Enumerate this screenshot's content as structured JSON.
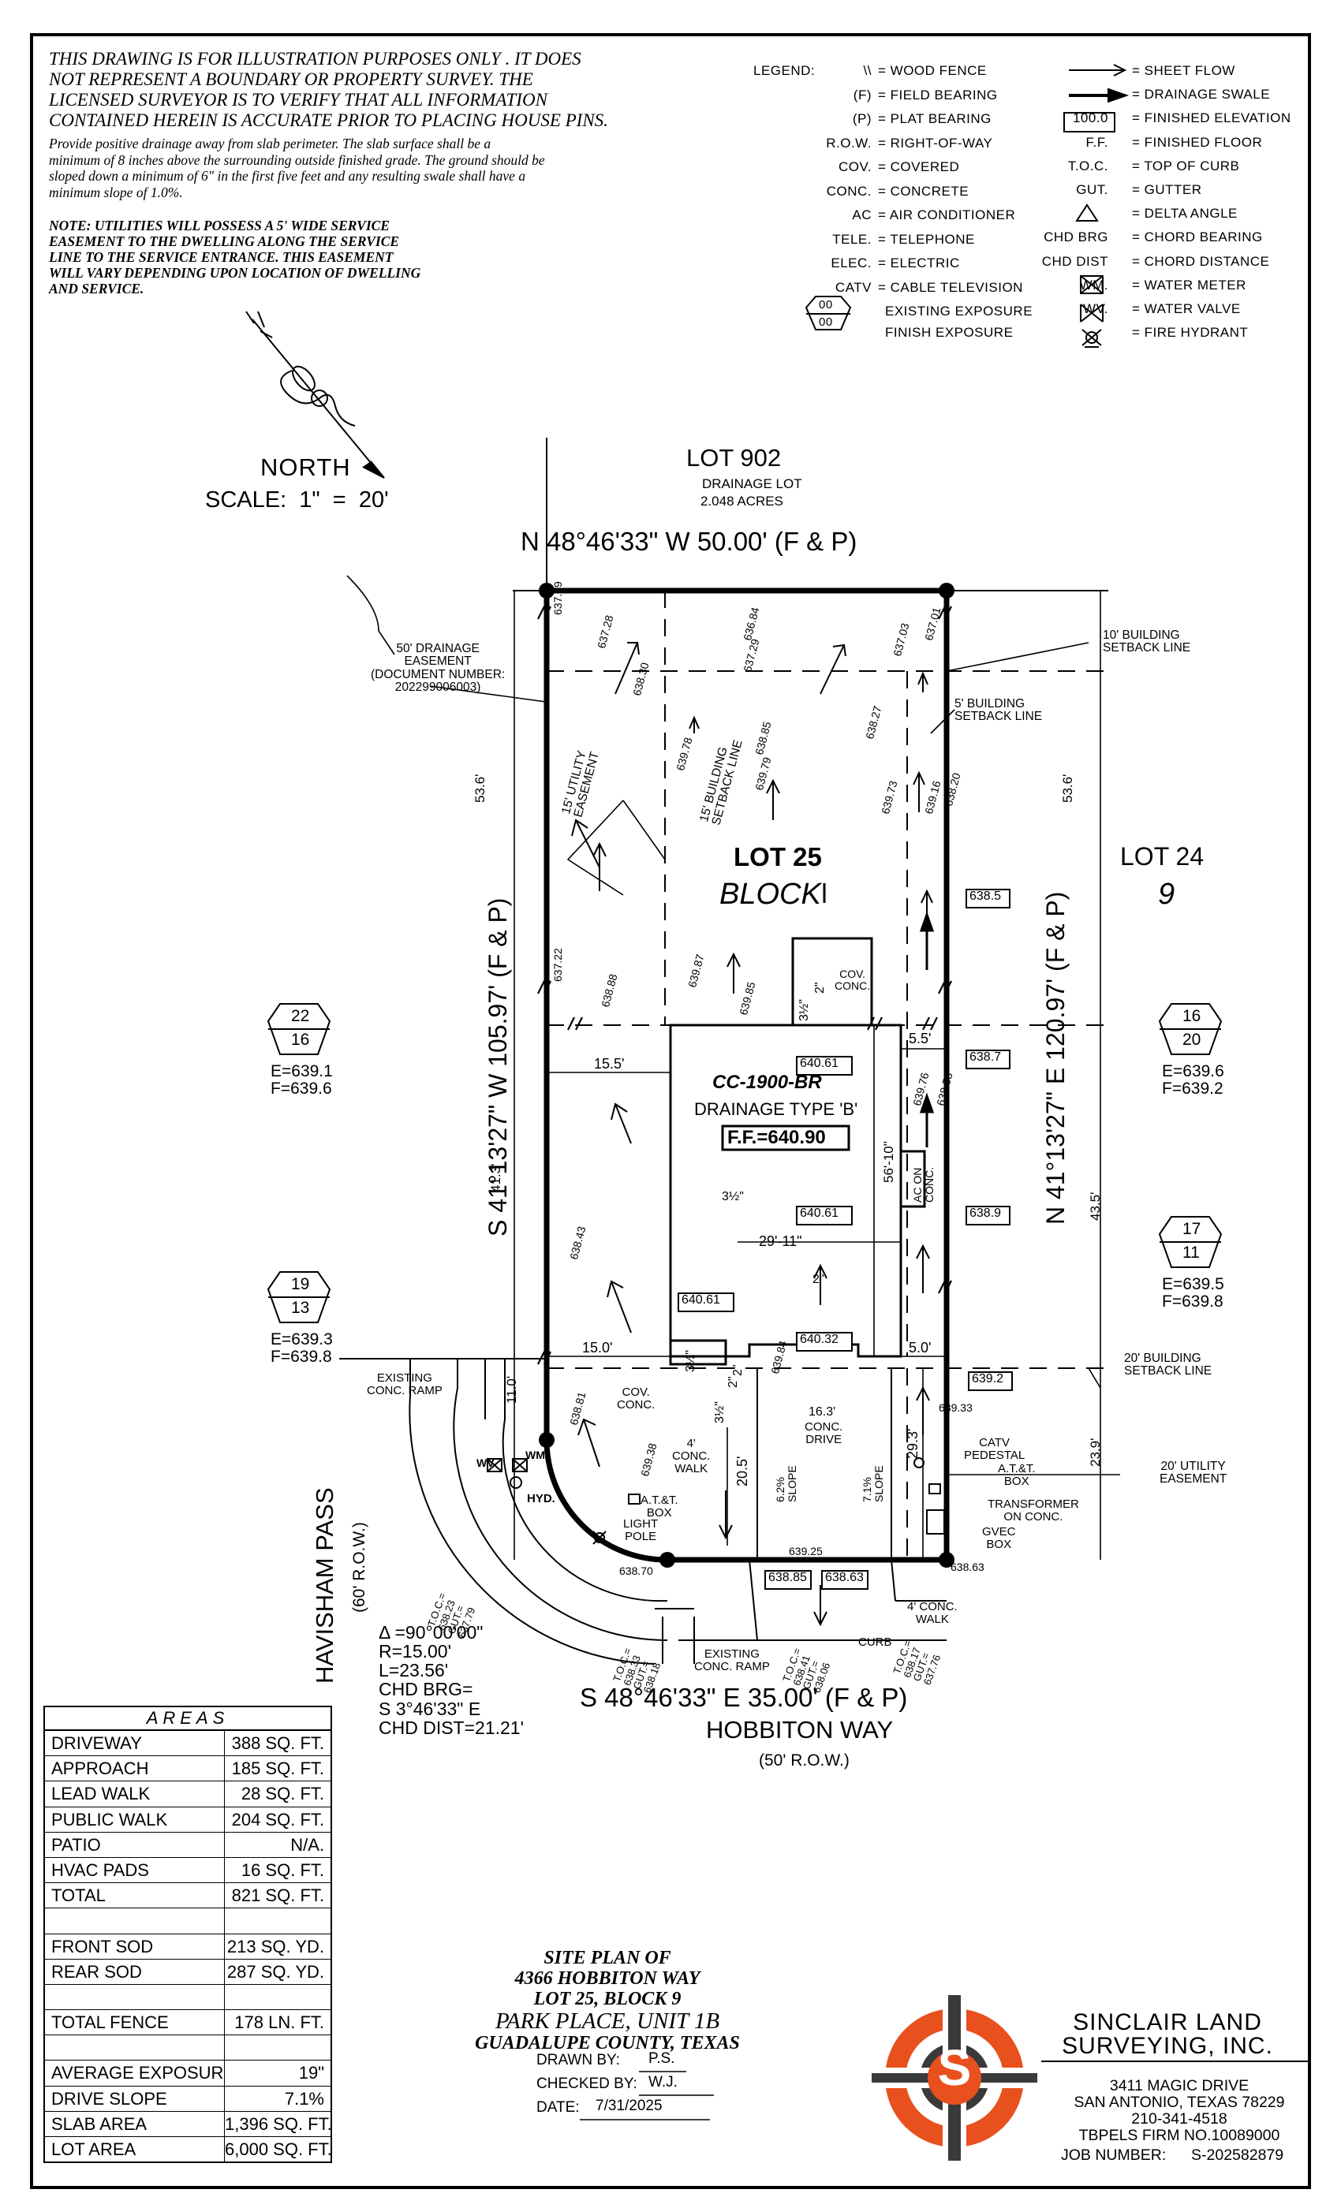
{
  "disclaimer": {
    "line1": "THIS DRAWING IS FOR ILLUSTRATION PURPOSES ONLY . IT DOES",
    "line2": "NOT REPRESENT A BOUNDARY OR PROPERTY SURVEY. THE",
    "line3": "LICENSED SURVEYOR IS TO VERIFY THAT ALL INFORMATION",
    "line4": "CONTAINED HEREIN IS ACCURATE PRIOR TO PLACING HOUSE PINS."
  },
  "drainage_note": {
    "line1": "Provide positive drainage away from slab perimeter. The slab surface shall be a",
    "line2": "minimum of 8 inches above the surrounding outside finished grade. The ground should be",
    "line3": "sloped down a minimum of 6\" in the first five feet and any resulting swale shall have a",
    "line4": "minimum slope of 1.0%."
  },
  "utility_note": {
    "line1": "NOTE: UTILITIES WILL POSSESS A 5' WIDE SERVICE",
    "line2": "EASEMENT TO THE DWELLING ALONG THE SERVICE",
    "line3": "LINE TO THE SERVICE ENTRANCE. THIS EASEMENT",
    "line4": "WILL VARY DEPENDING UPON LOCATION OF DWELLING",
    "line5": "AND SERVICE."
  },
  "legend": {
    "title": "LEGEND:",
    "left": [
      {
        "sym": "\\\\",
        "desc": "= WOOD FENCE"
      },
      {
        "sym": "(F)",
        "desc": "= FIELD BEARING"
      },
      {
        "sym": "(P)",
        "desc": "= PLAT BEARING"
      },
      {
        "sym": "R.O.W.",
        "desc": "= RIGHT-OF-WAY"
      },
      {
        "sym": "COV.",
        "desc": "= COVERED"
      },
      {
        "sym": "CONC.",
        "desc": "= CONCRETE"
      },
      {
        "sym": "AC",
        "desc": "= AIR CONDITIONER"
      },
      {
        "sym": "TELE.",
        "desc": "= TELEPHONE"
      },
      {
        "sym": "ELEC.",
        "desc": "= ELECTRIC"
      },
      {
        "sym": "CATV",
        "desc": "= CABLE TELEVISION"
      }
    ],
    "exposure_top": "00",
    "exposure_bottom": "00",
    "exposure_desc1": "EXISTING EXPOSURE",
    "exposure_desc2": "FINISH EXPOSURE",
    "right": [
      {
        "sym": "",
        "desc": "= SHEET FLOW"
      },
      {
        "sym": "",
        "desc": "= DRAINAGE SWALE"
      },
      {
        "sym": "100.0",
        "desc": "= FINISHED ELEVATION"
      },
      {
        "sym": "F.F.",
        "desc": "= FINISHED FLOOR"
      },
      {
        "sym": "T.O.C.",
        "desc": "= TOP OF CURB"
      },
      {
        "sym": "GUT.",
        "desc": "= GUTTER"
      },
      {
        "sym": "",
        "desc": "= DELTA ANGLE"
      },
      {
        "sym": "CHD BRG",
        "desc": "= CHORD BEARING"
      },
      {
        "sym": "CHD DIST",
        "desc": "= CHORD DISTANCE"
      },
      {
        "sym": "WM.",
        "desc": "= WATER METER"
      },
      {
        "sym": "WV.",
        "desc": "= WATER VALVE"
      },
      {
        "sym": "",
        "desc": "= FIRE HYDRANT"
      }
    ]
  },
  "north": {
    "label": "NORTH",
    "scale": "SCALE:  1\"  =  20'"
  },
  "plan": {
    "lot902": "LOT 902",
    "lot902_sub1": "DRAINAGE LOT",
    "lot902_sub2": "2.048 ACRES",
    "north_bearing": "N 48°46'33\" W 50.00' (F & P)",
    "south_bearing": "S 48°46'33\" E 35.00' (F & P)",
    "west_bearing": "S 41°13'27\" W 105.97' (F & P)",
    "east_bearing": "N 41°13'27\" E 120.97' (F & P)",
    "lot25": "LOT 25",
    "block": "BLOCK",
    "lot24": "LOT 24",
    "block9": "9",
    "house_code": "CC-1900-BR",
    "drainage_type": "DRAINAGE TYPE 'B'",
    "ff": "F.F.=640.90",
    "street_south": "HOBBITON WAY",
    "street_south_row": "(50' R.O.W.)",
    "street_west": "HAVISHAM PASS",
    "street_west_row": "(60' R.O.W.)",
    "drainage_easement": [
      "50' DRAINAGE",
      "EASEMENT",
      "(DOCUMENT NUMBER:",
      "202299006003)"
    ],
    "bsl10": [
      "10' BUILDING",
      "SETBACK LINE"
    ],
    "bsl5": [
      "5' BUILDING",
      "SETBACK LINE"
    ],
    "bsl20": [
      "20' BUILDING",
      "SETBACK LINE"
    ],
    "ue20": [
      "20' UTILITY",
      "EASEMENT"
    ],
    "ue15": [
      "15' UTILITY",
      "EASEMENT"
    ],
    "bsl15": [
      "15' BUILDING",
      "SETBACK LINE"
    ],
    "curve": [
      "Δ =90°00'00\"",
      "R=15.00'",
      "L=23.56'",
      "CHD BRG=",
      "S 3°46'33\" E",
      "CHD DIST=21.21'"
    ],
    "exposures": [
      {
        "top": "22",
        "bottom": "16",
        "e": "E=639.1",
        "f": "F=639.6"
      },
      {
        "top": "19",
        "bottom": "13",
        "e": "E=639.3",
        "f": "F=639.8"
      },
      {
        "top": "16",
        "bottom": "20",
        "e": "E=639.6",
        "f": "F=639.2"
      },
      {
        "top": "17",
        "bottom": "11",
        "e": "E=639.5",
        "f": "F=639.8"
      }
    ],
    "dims": {
      "d536_left": "53.6'",
      "d413": "41.3'",
      "d110": "11.0'",
      "d536_right": "53.6'",
      "d435": "43.5'",
      "d239": "23.9'",
      "d155": "15.5'",
      "d150": "15.0'",
      "d55": "5.5'",
      "d50": "5.0'",
      "d2911": "29'-11\"",
      "d5610": "56'-10\"",
      "d205": "20.5'",
      "d293": "29.3'",
      "d163": "16.3'",
      "conc_drive": "CONC.\nDRIVE"
    },
    "boxes": [
      "638.5",
      "640.61",
      "638.7",
      "640.61",
      "638.9",
      "640.61",
      "640.32",
      "639.2",
      "638.85",
      "638.63"
    ],
    "spots": [
      "637.09",
      "637.28",
      "638.30",
      "636.84",
      "637.29",
      "637.03",
      "637.01",
      "639.78",
      "638.85",
      "638.27",
      "639.79",
      "639.73",
      "639.16",
      "638.20",
      "637.22",
      "638.88",
      "639.87",
      "639.85",
      "639.76",
      "638.53",
      "638.43",
      "639.84",
      "638.81",
      "639.38",
      "639.33",
      "639.25",
      "638.70",
      "638.63"
    ],
    "labels": {
      "cov_conc": "COV.\nCONC.",
      "ac_on_conc": "AC ON\nCONC.",
      "existing_ramp": "EXISTING\nCONC. RAMP",
      "cov_conc2": "COV.\nCONC.",
      "conc_walk": "4'\nCONC.\nWALK",
      "att_box": "A.T.&T.\nBOX",
      "light_pole": "LIGHT\nPOLE",
      "hyd": "HYD.",
      "wv": "WV",
      "wm": "WM",
      "catv": "CATV\nPEDESTAL",
      "att_box2": "A.T.&T.\nBOX",
      "transformer": "TRANSFORMER\nON CONC.",
      "gvec": "GVEC\nBOX",
      "conc_walk2": "4' CONC.\nWALK",
      "curb": "CURB",
      "existing_ramp2": "EXISTING\nCONC. RAMP",
      "slope1": "6.2%\nSLOPE",
      "slope2": "7.1%\nSLOPE",
      "half1": "3½\"",
      "two1": "2\"",
      "half2": "3½\"",
      "two2": "2\"",
      "half3": "3½\"",
      "two3": "2\"",
      "toc1": [
        "T.O.C.=",
        "638.23",
        "GUT.=",
        "637.79"
      ],
      "toc2": [
        "T.O.C.=",
        "638.33",
        "GUT.=",
        "638.18"
      ],
      "toc3": [
        "T.O.C.=",
        "638.41",
        "GUT.=",
        "638.06"
      ],
      "toc4": [
        "T.O.C.=",
        "638.17",
        "GUT.=",
        "637.76"
      ]
    }
  },
  "areas": {
    "title": "AREAS",
    "rows": [
      [
        "DRIVEWAY",
        "388 SQ. FT."
      ],
      [
        "APPROACH",
        "185 SQ. FT."
      ],
      [
        "LEAD WALK",
        "28 SQ. FT."
      ],
      [
        "PUBLIC WALK",
        "204 SQ. FT."
      ],
      [
        "PATIO",
        "N/A."
      ],
      [
        "HVAC PADS",
        "16 SQ. FT."
      ],
      [
        "TOTAL",
        "821 SQ. FT."
      ],
      [
        "",
        ""
      ],
      [
        "FRONT SOD",
        "213 SQ. YD."
      ],
      [
        "REAR SOD",
        "287 SQ. YD."
      ],
      [
        "",
        ""
      ],
      [
        "TOTAL FENCE",
        "178 LN. FT."
      ],
      [
        "",
        ""
      ],
      [
        "AVERAGE EXPOSURE",
        "19\""
      ],
      [
        "DRIVE SLOPE",
        "7.1%"
      ],
      [
        "SLAB AREA",
        "1,396 SQ. FT."
      ],
      [
        "LOT AREA",
        "6,000 SQ. FT."
      ]
    ]
  },
  "title_block": {
    "l1": "SITE PLAN OF",
    "l2": "4366 HOBBITON WAY",
    "l3": "LOT 25, BLOCK 9",
    "l4": "PARK PLACE, UNIT 1B",
    "l5": "GUADALUPE COUNTY, TEXAS",
    "drawn_label": "DRAWN  BY:",
    "drawn": "P.S.",
    "checked_label": "CHECKED  BY:",
    "checked": "W.J.",
    "date_label": "DATE:",
    "date": "7/31/2025"
  },
  "firm": {
    "name1": "SINCLAIR LAND",
    "name2": "SURVEYING, INC.",
    "addr1": "3411 MAGIC DRIVE",
    "addr2": "SAN ANTONIO, TEXAS 78229",
    "phone": "210-341-4518",
    "tbpels": "TBPELS FIRM NO.10089000",
    "job_label": "JOB NUMBER:",
    "job": "S-202582879",
    "logo_letter": "S"
  },
  "colors": {
    "logo_orange": "#e8501e",
    "logo_dark": "#3a3a3a"
  }
}
